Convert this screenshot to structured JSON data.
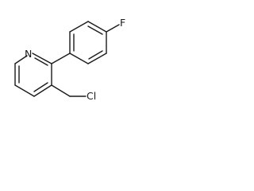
{
  "molecule": {
    "atoms": {
      "nitrogen": "N",
      "fluorine": "F",
      "chlorine": "Cl"
    }
  },
  "colors": {
    "background": "#ffffff",
    "ink": "#1a1a1a"
  }
}
